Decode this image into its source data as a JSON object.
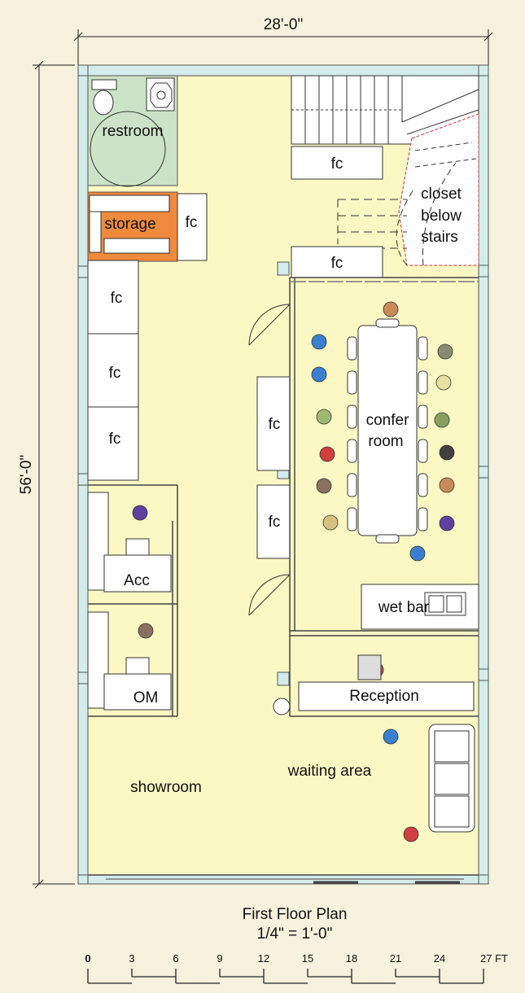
{
  "dimensions": {
    "width_label": "28'-0\"",
    "height_label": "56'-0\""
  },
  "rooms": {
    "restroom": "restroom",
    "storage": "storage",
    "closet": [
      "closet",
      "below",
      "stairs"
    ],
    "conference": [
      "confer",
      "room"
    ],
    "wet_bar": "wet bar",
    "reception": "Reception",
    "waiting_area": "waiting area",
    "showroom": "showroom",
    "acc": "Acc",
    "om": "OM"
  },
  "cabinets": {
    "fc": "fc"
  },
  "title": {
    "main": "First Floor Plan",
    "scale": "1/4\" = 1'-0\""
  },
  "scale_bar": {
    "ticks": [
      "0",
      "3",
      "6",
      "9",
      "12",
      "15",
      "18",
      "21",
      "24",
      "27 FT"
    ]
  },
  "colors": {
    "floor": "#fbf8c4",
    "restroom": "#cde3c8",
    "storage": "#f08a3c",
    "wall": "#d4ecec",
    "background": "#f6f2dd"
  }
}
